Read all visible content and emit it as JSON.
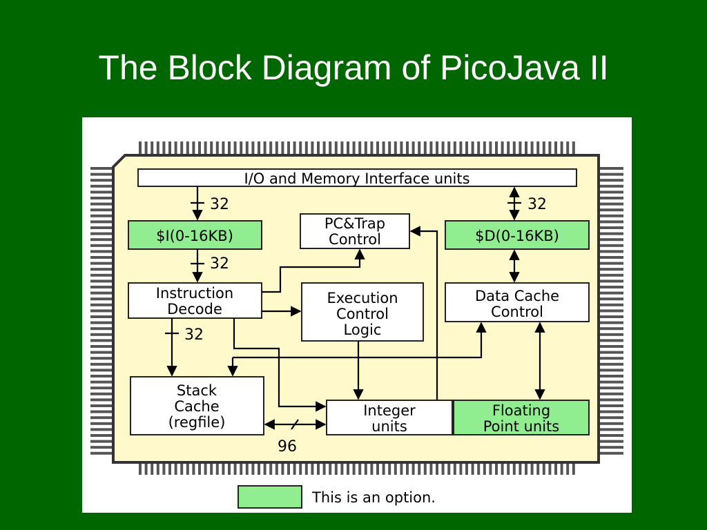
{
  "slide": {
    "title": "The Block Diagram of PicoJava II"
  },
  "diagram": {
    "colors": {
      "slide_background": "#006600",
      "chip_body": "#fff9cc",
      "option_fill": "#90ee90",
      "pins": "#555555"
    },
    "blocks": {
      "io_memory": "I/O and Memory Interface units",
      "icache": "$I(0-16KB)",
      "dcache": "$D(0-16KB)",
      "pc_trap": [
        "PC&Trap",
        "Control"
      ],
      "instruction_decode": [
        "Instruction",
        "Decode"
      ],
      "execution_control": [
        "Execution",
        "Control",
        "Logic"
      ],
      "data_cache_control": [
        "Data Cache",
        "Control"
      ],
      "stack_cache": [
        "Stack",
        "Cache",
        "(regfile)"
      ],
      "integer_units": [
        "Integer",
        "units"
      ],
      "floating_point": [
        "Floating",
        "Point units"
      ]
    },
    "bus_widths": {
      "io_to_icache": "32",
      "io_to_dcache": "32",
      "icache_to_decode": "32",
      "decode_to_stack": "32",
      "stack_to_integer": "96"
    },
    "legend": {
      "text": "This is an option.",
      "swatch_color": "#90ee90"
    }
  }
}
